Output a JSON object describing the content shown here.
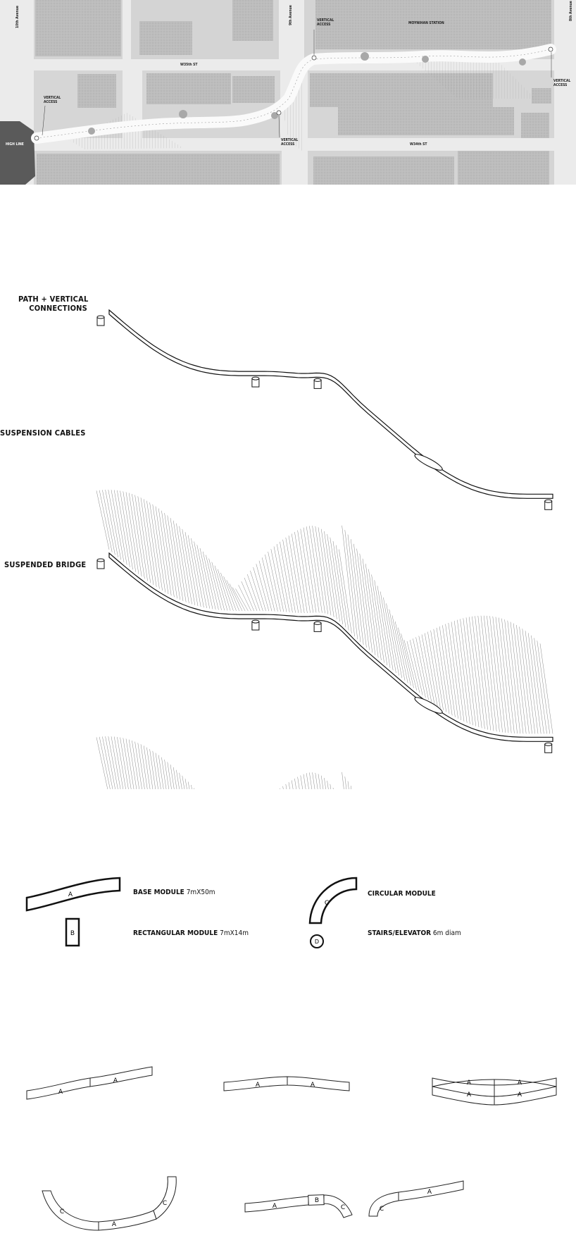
{
  "map": {
    "avenues": [
      "10th Avenue",
      "9th Avenue",
      "8th Avenue"
    ],
    "streets": [
      "W35th ST",
      "W34th ST"
    ],
    "high_line": "HIGH LINE",
    "station": "MOYNIHAN STATION",
    "vertical_access": "VERTICAL ACCESS"
  },
  "axonometric": {
    "path_label_line1": "PATH + VERTICAL",
    "path_label_line2": "CONNECTIONS",
    "cables_label": "SUSPENSION CABLES",
    "bridge_label": "SUSPENDED BRIDGE"
  },
  "legend": {
    "base_title": "BASE MODULE",
    "base_dims": "7mX50m",
    "base_letter": "A",
    "rect_title": "RECTANGULAR MODULE",
    "rect_dims": "7mX14m",
    "rect_letter": "B",
    "circ_title": "CIRCULAR MODULE",
    "circ_letter": "C",
    "stairs_title": "STAIRS/ELEVATOR",
    "stairs_dims": "6m diam",
    "stairs_letter": "D"
  },
  "combinations": {
    "letter_a": "A",
    "letter_b": "B",
    "letter_c": "C"
  }
}
